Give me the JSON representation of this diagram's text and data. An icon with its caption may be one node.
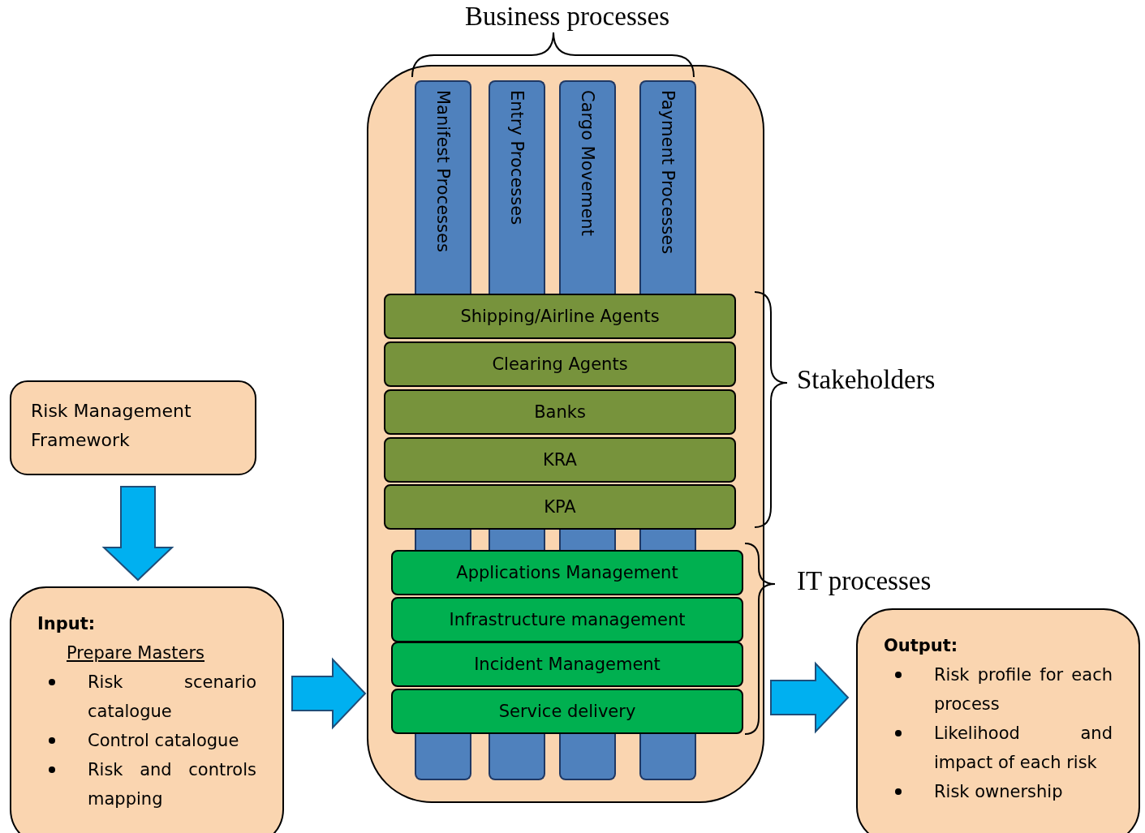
{
  "diagram": {
    "nodes": [
      {
        "text": [
          "Risk Management Framework"
        ]
      },
      {
        "text": [
          "Input:",
          "Prepare Masters",
          "Risk scenario catalogue",
          "Control catalogue",
          "Risk and controls mapping"
        ]
      },
      {
        "text": [],
        "shape": "box"
      },
      {
        "text": [
          "Manifest Processes"
        ],
        "in": 2
      },
      {
        "text": [
          "Entry Processes"
        ],
        "in": 2
      },
      {
        "text": [
          "Cargo Movement"
        ],
        "in": 2
      },
      {
        "text": [
          "Payment Processes"
        ],
        "in": 2
      },
      {
        "text": [
          "Shipping/Airline Agents"
        ],
        "in": 2
      },
      {
        "text": [
          "Clearing Agents"
        ],
        "in": 2
      },
      {
        "text": [
          "Banks"
        ],
        "in": 2
      },
      {
        "text": [
          "KRA"
        ],
        "in": 2
      },
      {
        "text": [
          "KPA"
        ],
        "in": 2
      },
      {
        "text": [
          "Applications Management"
        ],
        "in": 2
      },
      {
        "text": [
          "Infrastructure management"
        ],
        "in": 2
      },
      {
        "text": [
          "Incident Management"
        ],
        "in": 2
      },
      {
        "text": [
          "Service delivery"
        ],
        "in": 2
      },
      {
        "text": [
          "Output:",
          "Risk profile for each process",
          "Likelihood and impact of each risk",
          "Risk ownership"
        ]
      }
    ],
    "edges": [
      {
        "from": 0,
        "to": 1,
        "arrow": "to"
      },
      {
        "from": 1,
        "to": 2,
        "arrow": "to"
      },
      {
        "from": 2,
        "to": 16,
        "arrow": "to"
      }
    ],
    "labels": [
      "Business processes",
      "Stakeholders",
      "IT processes"
    ]
  }
}
